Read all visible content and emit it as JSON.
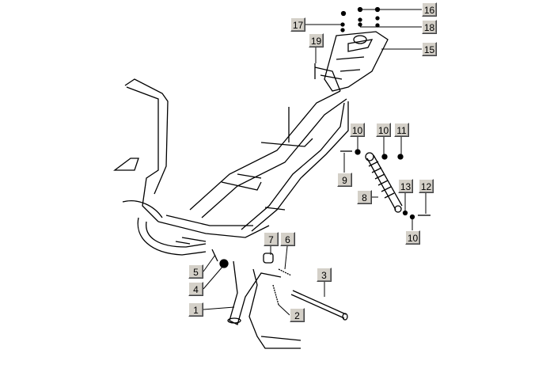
{
  "diagram": {
    "callouts": [
      {
        "id": "c16",
        "label": "16"
      },
      {
        "id": "c17",
        "label": "17"
      },
      {
        "id": "c18",
        "label": "18"
      },
      {
        "id": "c19",
        "label": "19"
      },
      {
        "id": "c15",
        "label": "15"
      },
      {
        "id": "c10a",
        "label": "10"
      },
      {
        "id": "c10b",
        "label": "10"
      },
      {
        "id": "c11",
        "label": "11"
      },
      {
        "id": "c9",
        "label": "9"
      },
      {
        "id": "c8",
        "label": "8"
      },
      {
        "id": "c13",
        "label": "13"
      },
      {
        "id": "c12",
        "label": "12"
      },
      {
        "id": "c10c",
        "label": "10"
      },
      {
        "id": "c7",
        "label": "7"
      },
      {
        "id": "c6",
        "label": "6"
      },
      {
        "id": "c5",
        "label": "5"
      },
      {
        "id": "c4",
        "label": "4"
      },
      {
        "id": "c3",
        "label": "3"
      },
      {
        "id": "c1",
        "label": "1"
      },
      {
        "id": "c2",
        "label": "2"
      }
    ]
  }
}
